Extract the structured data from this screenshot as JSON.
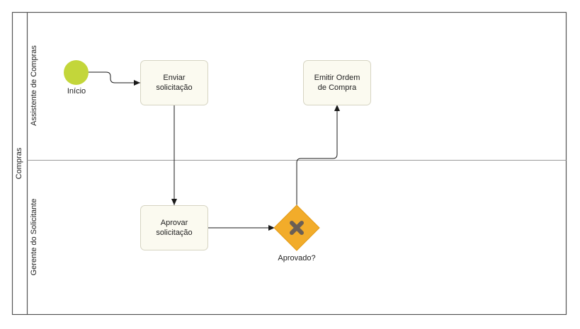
{
  "pool": {
    "name": "Compras"
  },
  "lanes": [
    {
      "name": "Assistente de Compras"
    },
    {
      "name": "Gerente do Solicitante"
    }
  ],
  "start_event": {
    "label": "Início"
  },
  "tasks": {
    "enviar": {
      "line1": "Enviar",
      "line2": "solicitação"
    },
    "aprovar": {
      "line1": "Aprovar",
      "line2": "solicitação"
    },
    "emitir": {
      "line1": "Emitir Ordem",
      "line2": "de Compra"
    }
  },
  "gateway": {
    "label": "Aprovado?",
    "type": "exclusive"
  },
  "colors": {
    "start_event": "#c3d63a",
    "gateway": "#f2ac2a",
    "task_fill": "#fbfaf0"
  }
}
